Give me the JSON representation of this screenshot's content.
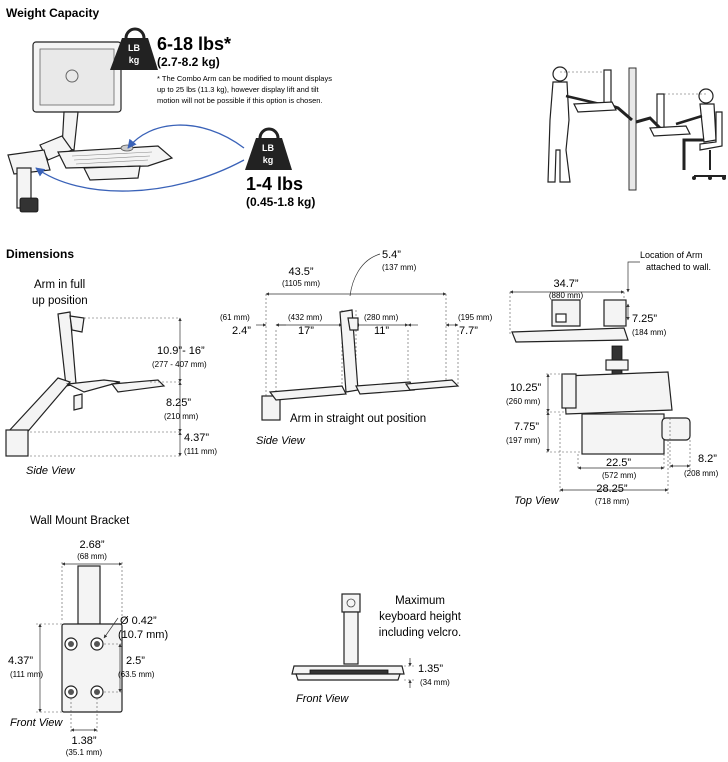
{
  "weight_capacity": {
    "heading": "Weight Capacity",
    "badge_text_line1": "LB",
    "badge_text_line2": "kg",
    "monitor_weight": "6-18 lbs*",
    "monitor_weight_metric": "(2.7-8.2 kg)",
    "note_line1": "* The  Combo Arm can be modified to mount displays",
    "note_line2": "up to 25 lbs (11.3 kg), however display lift and tilt",
    "note_line3": "motion will not be possible if this option is chosen.",
    "keyboard_weight": "1-4 lbs",
    "keyboard_weight_metric": "(0.45-1.8 kg)"
  },
  "dimensions": {
    "heading": "Dimensions",
    "side_view_1": {
      "title_line1": "Arm in full",
      "title_line2": "up position",
      "d1": "10.9”- 16”",
      "d1_mm": "(277 - 407 mm)",
      "d2": "8.25”",
      "d2_mm": "(210 mm)",
      "d3": "4.37”",
      "d3_mm": "(111 mm)",
      "view_label": "Side View"
    },
    "side_view_2": {
      "overall": "43.5”",
      "overall_mm": "(1105 mm)",
      "top": "5.4”",
      "top_mm": "(137 mm)",
      "left": "2.4”",
      "left_mm": "(61 mm)",
      "seg1": "17”",
      "seg1_mm": "(432 mm)",
      "seg2": "11”",
      "seg2_mm": "(280 mm)",
      "right": "7.7”",
      "right_mm": "(195 mm)",
      "caption": "Arm in straight out position",
      "view_label": "Side View"
    },
    "top_view": {
      "location_line1": "Location of Arm",
      "location_line2": "attached to wall.",
      "width": "34.7”",
      "width_mm": "(880 mm)",
      "arm": "7.25”",
      "arm_mm": "(184 mm)",
      "depth1": "10.25”",
      "depth1_mm": "(260 mm)",
      "depth2": "7.75”",
      "depth2_mm": "(197 mm)",
      "tray": "22.5”",
      "tray_mm": "(572 mm)",
      "mouse": "8.2”",
      "mouse_mm": "(208 mm)",
      "total": "28.25”",
      "total_mm": "(718 mm)",
      "view_label": "Top View"
    },
    "wall_bracket": {
      "title": "Wall Mount Bracket",
      "width": "2.68”",
      "width_mm": "(68 mm)",
      "hole": "Ø 0.42”",
      "hole_mm": "(10.7 mm)",
      "height": "4.37”",
      "height_mm": "(111 mm)",
      "spacing": "2.5”",
      "spacing_mm": "(63.5 mm)",
      "bottom": "1.38”",
      "bottom_mm": "(35.1 mm)",
      "view_label": "Front View"
    },
    "keyboard_front": {
      "caption_line1": "Maximum",
      "caption_line2": "keyboard height",
      "caption_line3": "including velcro.",
      "height": "1.35”",
      "height_mm": "(34 mm)",
      "view_label": "Front View"
    }
  }
}
